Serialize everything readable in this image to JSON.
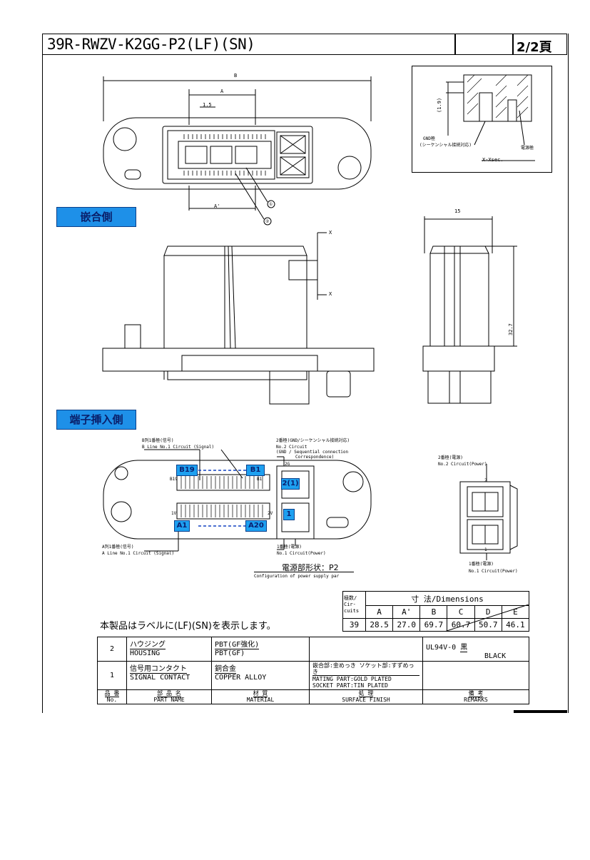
{
  "header": {
    "part_number": "39R-RWZV-K2GG-P2(LF)(SN)",
    "page": "2/2頁"
  },
  "top_view": {
    "dim_B": "B",
    "dim_A": "A",
    "dim_A_prime": "A'",
    "dim_pitch": "1.5",
    "callout_1": "①",
    "callout_2": "②"
  },
  "section_view": {
    "dim_height": "(1.9)",
    "gnd_label_1": "GND極",
    "gnd_label_2": "(シーケンシャル接続対応)",
    "power_label": "電源極",
    "section_label": "X-Xsec."
  },
  "labels": {
    "mating_side": "嵌合側",
    "terminal_side": "端子挿入側"
  },
  "front_view": {
    "section_mark_1": "X",
    "section_mark_2": "X"
  },
  "side_view": {
    "dim_width": "15",
    "dim_height": "32.7"
  },
  "terminal_view": {
    "b_row_jp": "B列1番極(信号)",
    "b_row_en": "B Line No.1 Circuit (Signal)",
    "a_row_jp": "A列1番極(信号)",
    "a_row_en": "A Line No.1 Circuit (Signal)",
    "gnd_jp": "2番極(GND/シーケンシャル接続対応)",
    "gnd_en_1": "No.2 Circuit",
    "gnd_en_2": "(GND / Sequential connection",
    "gnd_en_3": "Correspondence)",
    "power1_jp": "1番極(電源)",
    "power1_en": "No.1 Circuit(Power)",
    "config_jp": "電源部形状：P2",
    "config_en": "Configuration of power supply par",
    "tag_b19": "B19",
    "tag_b1": "B1",
    "tag_a1": "A1",
    "tag_a20": "A20",
    "tag_2g1": "2(1)",
    "tag_1": "1",
    "pin_2g": "2G",
    "pin_b19": "B19",
    "pin_b1": "B1",
    "pin_a1": "1V",
    "pin_2v": "2V"
  },
  "power_detail": {
    "no2_jp": "2番極(電源)",
    "no2_en": "No.2 Circuit(Power)",
    "no1_jp": "1番極(電源)",
    "no1_en": "No.1 Circuit(Power)",
    "pin_2": "2",
    "pin_1": "1"
  },
  "dimensions_table": {
    "header_circuits_1": "極数/",
    "header_circuits_2": "Cir-",
    "header_circuits_3": "cuits",
    "header_title": "寸 法/Dimensions",
    "columns": [
      "A",
      "A'",
      "B",
      "C",
      "D",
      "E"
    ],
    "row": {
      "circuits": "39",
      "values": [
        "28.5",
        "27.0",
        "69.7",
        "60.7",
        "50.7",
        "46.1"
      ]
    }
  },
  "label_note": "本製品はラベルに(LF)(SN)を表示します。",
  "parts_table": {
    "rows": [
      {
        "no": "2",
        "name_jp": "ハウジング",
        "name_en": "HOUSING",
        "material_jp": "PBT(GF強化)",
        "material_en": "PBT(GF)",
        "finish_1": "",
        "finish_2": "",
        "finish_3": "",
        "remarks_1": "UL94V-0",
        "remarks_jp": "黒",
        "remarks_en": "BLACK"
      },
      {
        "no": "1",
        "name_jp": "信号用コンタクト",
        "name_en": "SIGNAL CONTACT",
        "material_jp": "銅合金",
        "material_en": "COPPER ALLOY",
        "finish_1": "嵌合部:金めっき ソケット部:すずめっき",
        "finish_2": "MATING PART:GOLD PLATED",
        "finish_3": "SOCKET PART:TIN PLATED",
        "remarks_1": "",
        "remarks_jp": "",
        "remarks_en": ""
      }
    ],
    "footer": {
      "no_jp": "品 番",
      "no_en": "No.",
      "name_jp": "部 品 名",
      "name_en": "PART NAME",
      "material_jp": "材 質",
      "material_en": "MATERIAL",
      "finish_jp": "処 理",
      "finish_en": "SURFACE FINISH",
      "remarks_jp": "備 考",
      "remarks_en": "REMARKS"
    }
  }
}
